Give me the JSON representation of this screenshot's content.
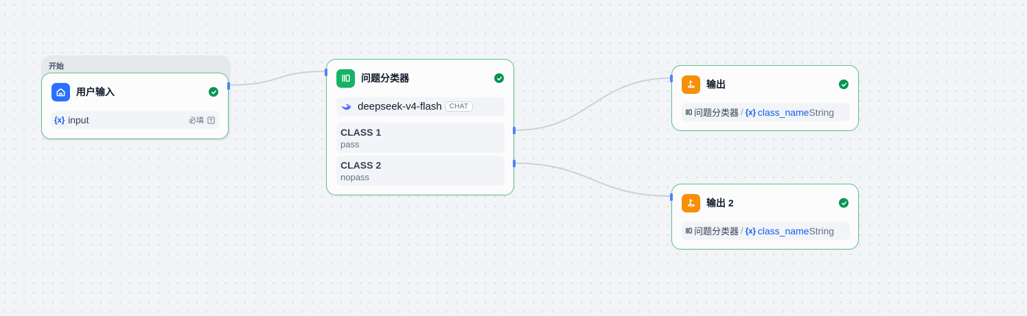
{
  "start_group": {
    "label": "开始"
  },
  "user_input_node": {
    "title": "用户输入",
    "field": {
      "var_symbol": "{x}",
      "name": "input",
      "required": "必填"
    }
  },
  "classifier_node": {
    "title": "问题分类器",
    "model": {
      "name": "deepseek-v4-flash",
      "badge": "CHAT"
    },
    "classes": [
      {
        "name": "CLASS 1",
        "desc": "pass"
      },
      {
        "name": "CLASS 2",
        "desc": "nopass"
      }
    ]
  },
  "output_nodes": [
    {
      "title": "输出",
      "ref": {
        "source_node": "问题分类器",
        "separator": "/",
        "var_symbol": "{x}",
        "var_name": "class_name",
        "type": "String"
      }
    },
    {
      "title": "输出 2",
      "ref": {
        "source_node": "问题分类器",
        "separator": "/",
        "var_symbol": "{x}",
        "var_name": "class_name",
        "type": "String"
      }
    }
  ],
  "colors": {
    "start_icon_bg": "#2970ff",
    "classifier_icon_bg": "#16b364",
    "output_icon_bg": "#f79009",
    "node_border": "#5cc08a",
    "success_check": "#079455",
    "variable_blue": "#155eef"
  },
  "icons": {
    "start": "home-icon",
    "classifier": "question-classifier-icon",
    "model": "deepseek-whale-icon",
    "output": "end-flag-icon",
    "status": "check-circle-icon"
  }
}
